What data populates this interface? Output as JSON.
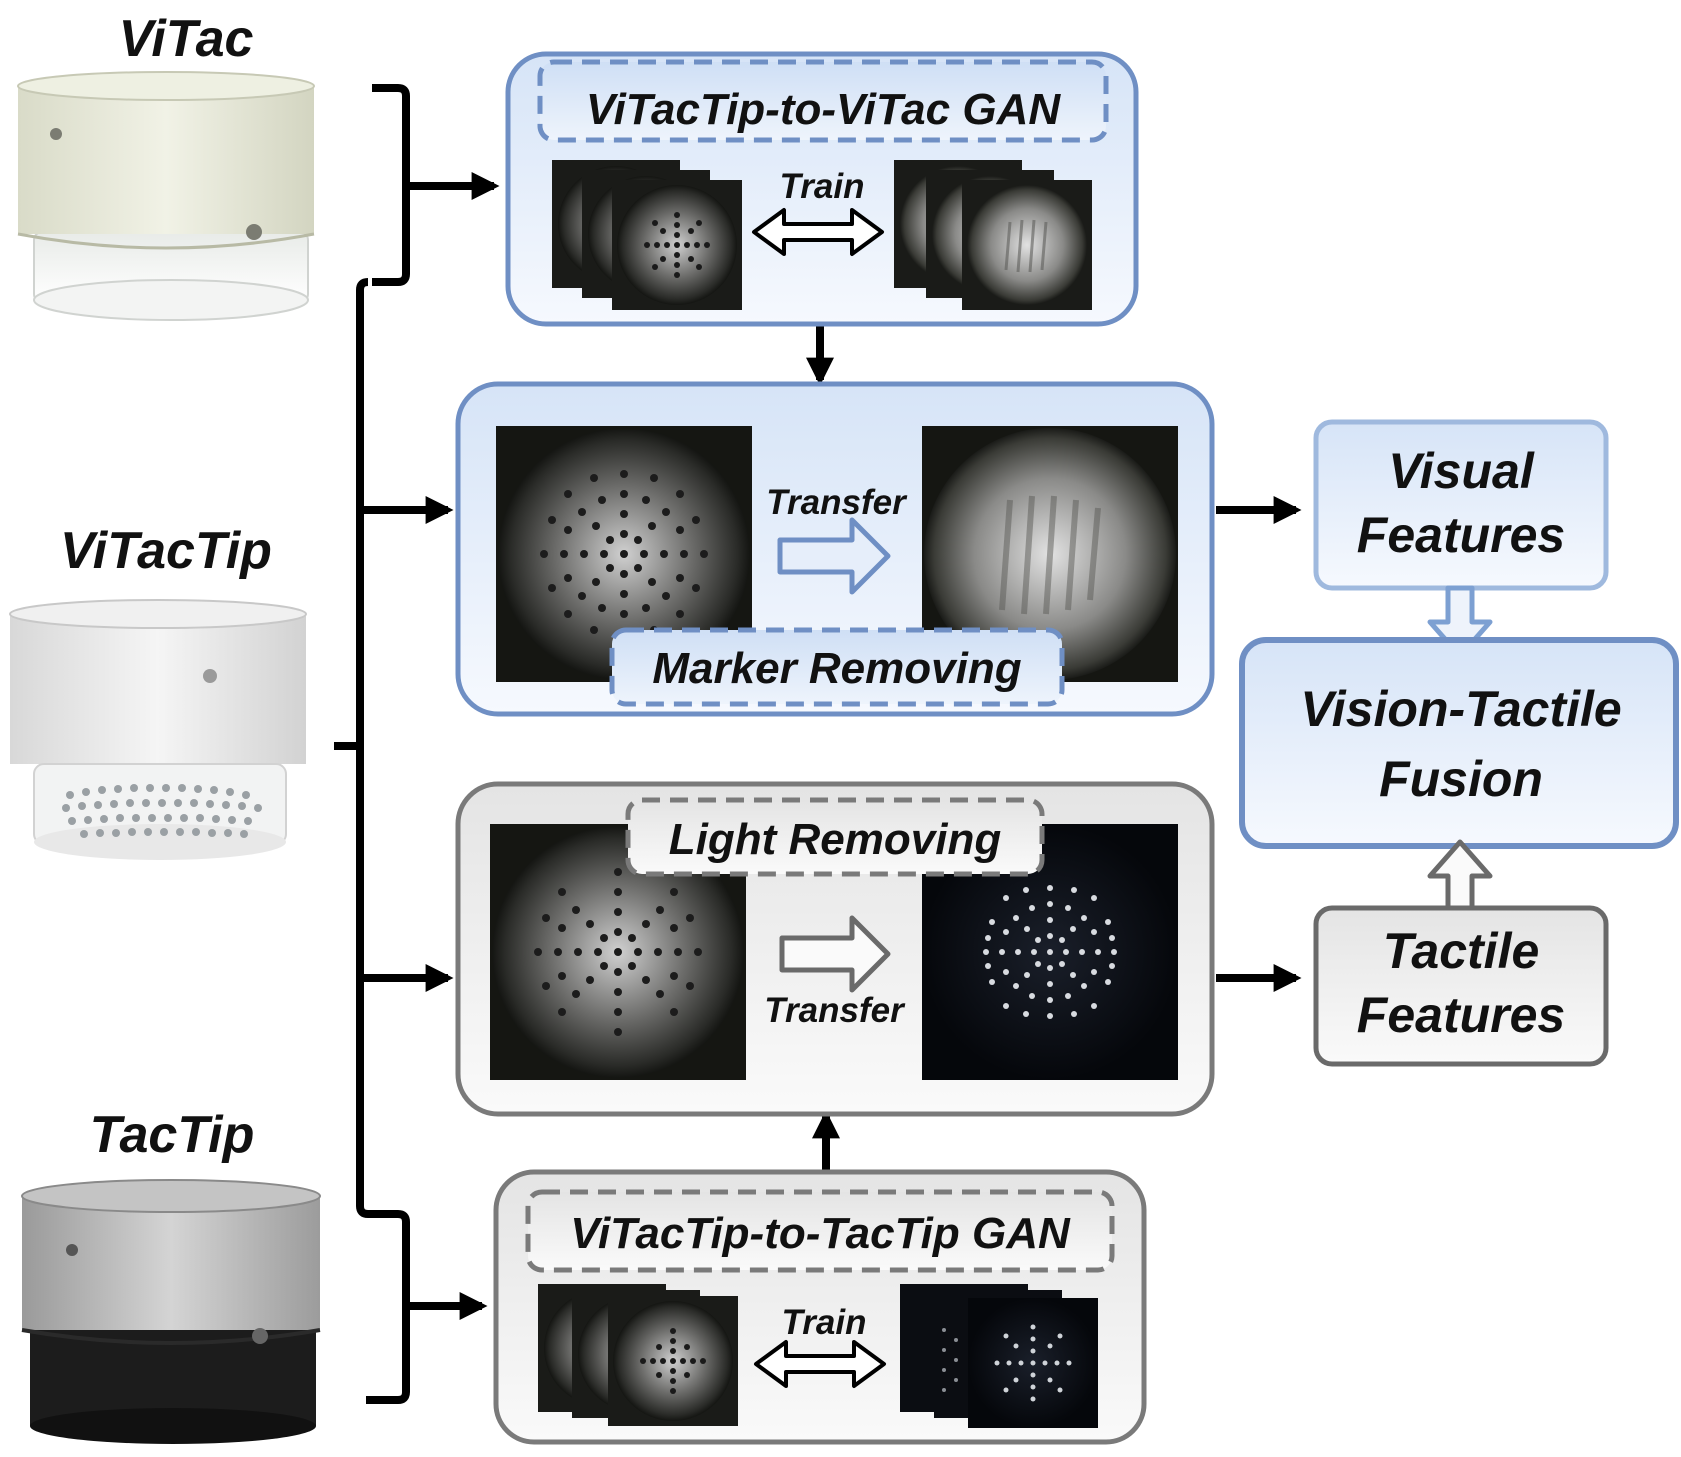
{
  "sensors": {
    "vitac": "ViTac",
    "vitactip": "ViTacTip",
    "tactip": "TacTip"
  },
  "gan_top": {
    "title": "ViTacTip-to-ViTac GAN",
    "action": "Train"
  },
  "marker_removing": {
    "title": "Marker Removing",
    "action": "Transfer"
  },
  "light_removing": {
    "title": "Light Removing",
    "action": "Transfer"
  },
  "gan_bottom": {
    "title": "ViTacTip-to-TacTip GAN",
    "action": "Train"
  },
  "features": {
    "visual_line1": "Visual",
    "visual_line2": "Features",
    "fusion_line1": "Vision-Tactile",
    "fusion_line2": "Fusion",
    "tactile_line1": "Tactile",
    "tactile_line2": "Features"
  },
  "colors": {
    "blue_border": "#6f8fc4",
    "blue_fill": "#e8f0fb",
    "gray_border": "#7a7a7a",
    "gray_fill": "#f1f1f1",
    "arrow": "#000000"
  }
}
